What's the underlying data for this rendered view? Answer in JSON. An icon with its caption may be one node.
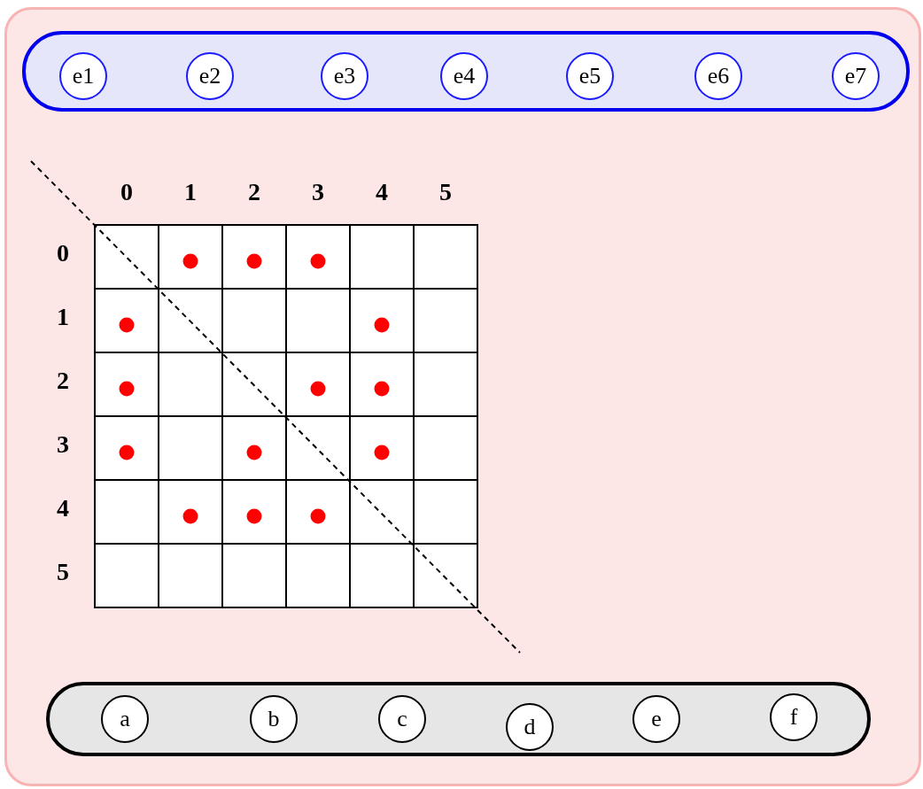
{
  "diagram": {
    "nodes": [
      {
        "text": [],
        "shape": "band"
      },
      {
        "text": [
          "e1"
        ],
        "in": 0
      },
      {
        "text": [
          "e2"
        ],
        "in": 0
      },
      {
        "text": [
          "e3"
        ],
        "in": 0
      },
      {
        "text": [
          "e4"
        ],
        "in": 0
      },
      {
        "text": [
          "e5"
        ],
        "in": 0
      },
      {
        "text": [
          "e6"
        ],
        "in": 0
      },
      {
        "text": [
          "e7"
        ],
        "in": 0
      },
      {
        "text": [],
        "shape": "band"
      },
      {
        "text": [
          "a"
        ],
        "in": 8
      },
      {
        "text": [
          "b"
        ],
        "in": 8
      },
      {
        "text": [
          "c"
        ],
        "in": 8
      },
      {
        "text": [
          "d"
        ],
        "in": 8
      },
      {
        "text": [
          "e"
        ],
        "in": 8
      },
      {
        "text": [
          "f"
        ],
        "in": 8
      }
    ],
    "labels": [
      "0",
      "1",
      "2",
      "3",
      "4",
      "5",
      "0",
      "1",
      "2",
      "3",
      "4",
      "5"
    ]
  }
}
